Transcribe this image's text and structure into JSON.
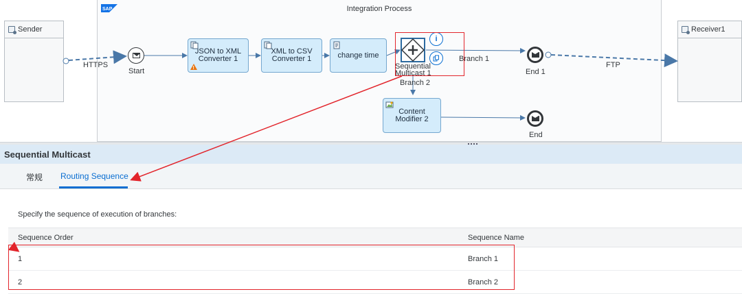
{
  "diagram": {
    "pool_title": "Integration Process",
    "logo_text": "SAP",
    "sender_label": "Sender",
    "receiver_label": "Receiver1",
    "start_label": "Start",
    "end1_label": "End 1",
    "end2_label": "End",
    "sender_channel": "HTTPS",
    "receiver_channel": "FTP",
    "steps": {
      "json_xml": "JSON to XML Converter 1",
      "xml_csv": "XML to CSV Converter 1",
      "change_time": "change time",
      "content_modifier": "Content Modifier 2"
    },
    "multicast_label": "Sequential Multicast 1",
    "branch1_label": "Branch 1",
    "branch2_label": "Branch 2",
    "info_glyph": "i",
    "colors": {
      "accent": "#0a6ed1",
      "step_fill": "#d4ecfb",
      "highlight": "#e2242b",
      "warning": "#e9730c"
    }
  },
  "panel": {
    "title": "Sequential Multicast",
    "tabs": [
      {
        "label": "常规"
      },
      {
        "label": "Routing Sequence",
        "active": true
      }
    ],
    "description": "Specify the sequence of execution of branches:",
    "columns": [
      "Sequence Order",
      "Sequence Name"
    ],
    "rows": [
      {
        "order": "1",
        "name": "Branch 1"
      },
      {
        "order": "2",
        "name": "Branch 2"
      }
    ]
  }
}
